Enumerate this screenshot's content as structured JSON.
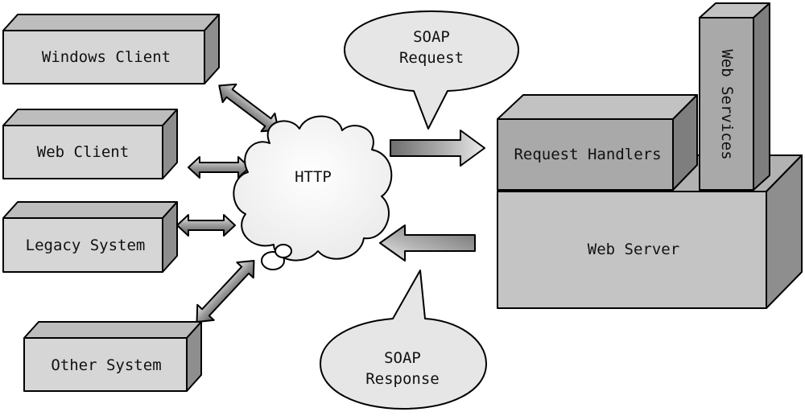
{
  "clients": [
    {
      "label": "Windows Client"
    },
    {
      "label": "Web Client"
    },
    {
      "label": "Legacy System"
    },
    {
      "label": "Other System"
    }
  ],
  "cloud": {
    "label": "HTTP"
  },
  "soap_request": {
    "line1": "SOAP",
    "line2": "Request"
  },
  "soap_response": {
    "line1": "SOAP",
    "line2": "Response"
  },
  "server": {
    "request_handlers": "Request Handlers",
    "web_services": "Web Services",
    "web_server": "Web Server"
  },
  "colors": {
    "box_front": "#d6d6d6",
    "box_top": "#bdbdbd",
    "box_side": "#8e8e8e",
    "server_front": "#c4c4c4",
    "handlers_front": "#a9a9a9",
    "bubble": "#e6e6e6",
    "cloud": "#f2f2f2"
  }
}
